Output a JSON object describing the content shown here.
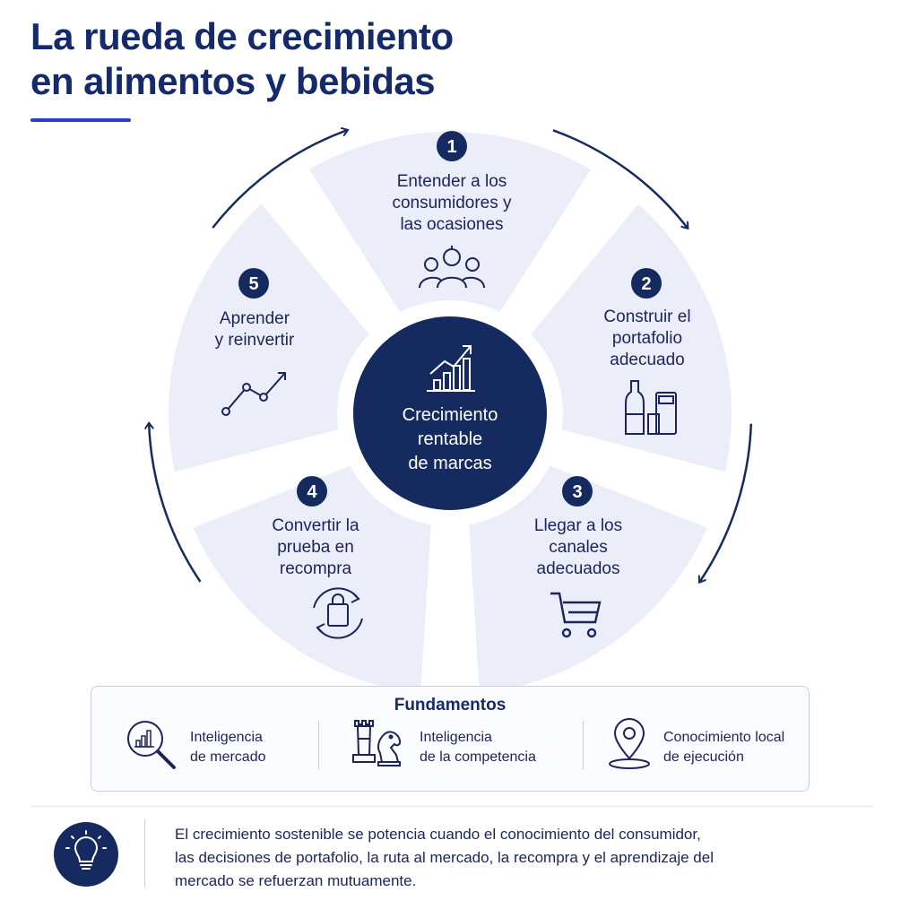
{
  "title": {
    "line1": "La rueda de crecimiento",
    "line2": "en alimentos y bebidas"
  },
  "center": {
    "line1": "Crecimiento",
    "line2": "rentable",
    "line3": "de marcas",
    "icon": "growth-chart-icon"
  },
  "steps": [
    {
      "number": "1",
      "lines": [
        "Entender a los",
        "consumidores y",
        "las ocasiones"
      ],
      "icon": "people-icon"
    },
    {
      "number": "2",
      "lines": [
        "Construir el",
        "portafolio",
        "adecuado"
      ],
      "icon": "bottles-icon"
    },
    {
      "number": "3",
      "lines": [
        "Llegar a los",
        "canales",
        "adecuados"
      ],
      "icon": "shopping-cart-icon"
    },
    {
      "number": "4",
      "lines": [
        "Convertir la",
        "prueba en",
        "recompra"
      ],
      "icon": "repurchase-bag-icon"
    },
    {
      "number": "5",
      "lines": [
        "Aprender",
        "y reinvertir"
      ],
      "icon": "trend-line-icon"
    }
  ],
  "foundations": {
    "title": "Fundamentos",
    "items": [
      {
        "lines": [
          "Inteligencia",
          "de mercado"
        ],
        "icon": "market-search-icon"
      },
      {
        "lines": [
          "Inteligencia",
          "de la competencia"
        ],
        "icon": "chess-pieces-icon"
      },
      {
        "lines": [
          "Conocimiento local",
          "de ejecución"
        ],
        "icon": "location-pin-icon"
      }
    ]
  },
  "footer": {
    "icon": "lightbulb-icon",
    "lines": [
      "El crecimiento sostenible se potencia cuando el conocimiento del consumidor,",
      "las decisiones de portafolio, la ruta al mercado, la recompra y el aprendizaje del",
      "mercado se refuerzan mutuamente."
    ]
  },
  "colors": {
    "navy": "#152a5e",
    "segment_fill": "#ebeef8",
    "accent_blue": "#2440c8",
    "text": "#1b2559"
  }
}
